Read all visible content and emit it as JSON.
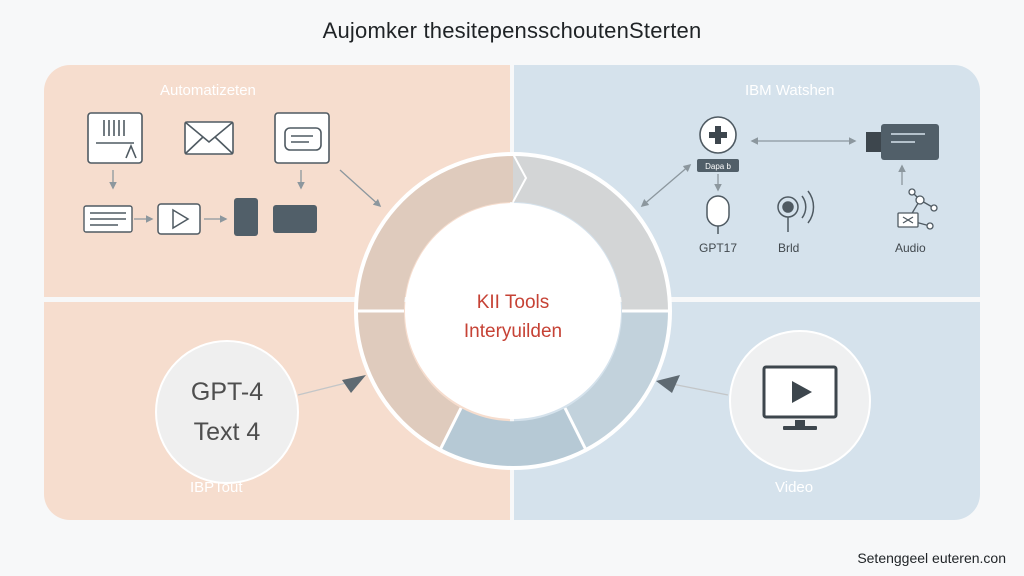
{
  "page": {
    "title": "Aujomker thesitepensschoutenSterten",
    "footer": "Setenggeel euteren.con"
  },
  "quadrants": {
    "top_left": {
      "label": "Automatizeten"
    },
    "top_right": {
      "label": "IBM Watshen"
    },
    "bottom_left": {
      "label": "IBPTout"
    },
    "bottom_right": {
      "label": "Video"
    }
  },
  "center": {
    "line1": "KII Tools",
    "line2": "Interyuilden"
  },
  "gpt_node": {
    "line1": "GPT-4",
    "line2": "Text 4"
  },
  "watson_icons": {
    "icon1": "GPT17",
    "icon2": "Brld",
    "icon3": "Audio",
    "badge": "Dapa b"
  },
  "icons": {
    "barcode": "barcode-icon",
    "mail": "mail-icon",
    "chat": "chat-icon",
    "document": "document-icon",
    "play": "play-icon",
    "phone": "phone-icon",
    "tablet": "tablet-icon",
    "medical": "medical-cross-icon",
    "projector": "projector-icon",
    "microphone": "microphone-icon",
    "sensor": "sensor-icon",
    "network": "network-icon",
    "monitor": "video-monitor-icon"
  },
  "colors": {
    "warm_panel": "#f6ddce",
    "cool_panel": "#d5e2ec",
    "ring_warm": "#dfcbbd",
    "ring_gray": "#d3d5d6",
    "ring_blue": "#b6c9d5",
    "accent_text": "#c64235",
    "dark_icon": "#515f69"
  }
}
